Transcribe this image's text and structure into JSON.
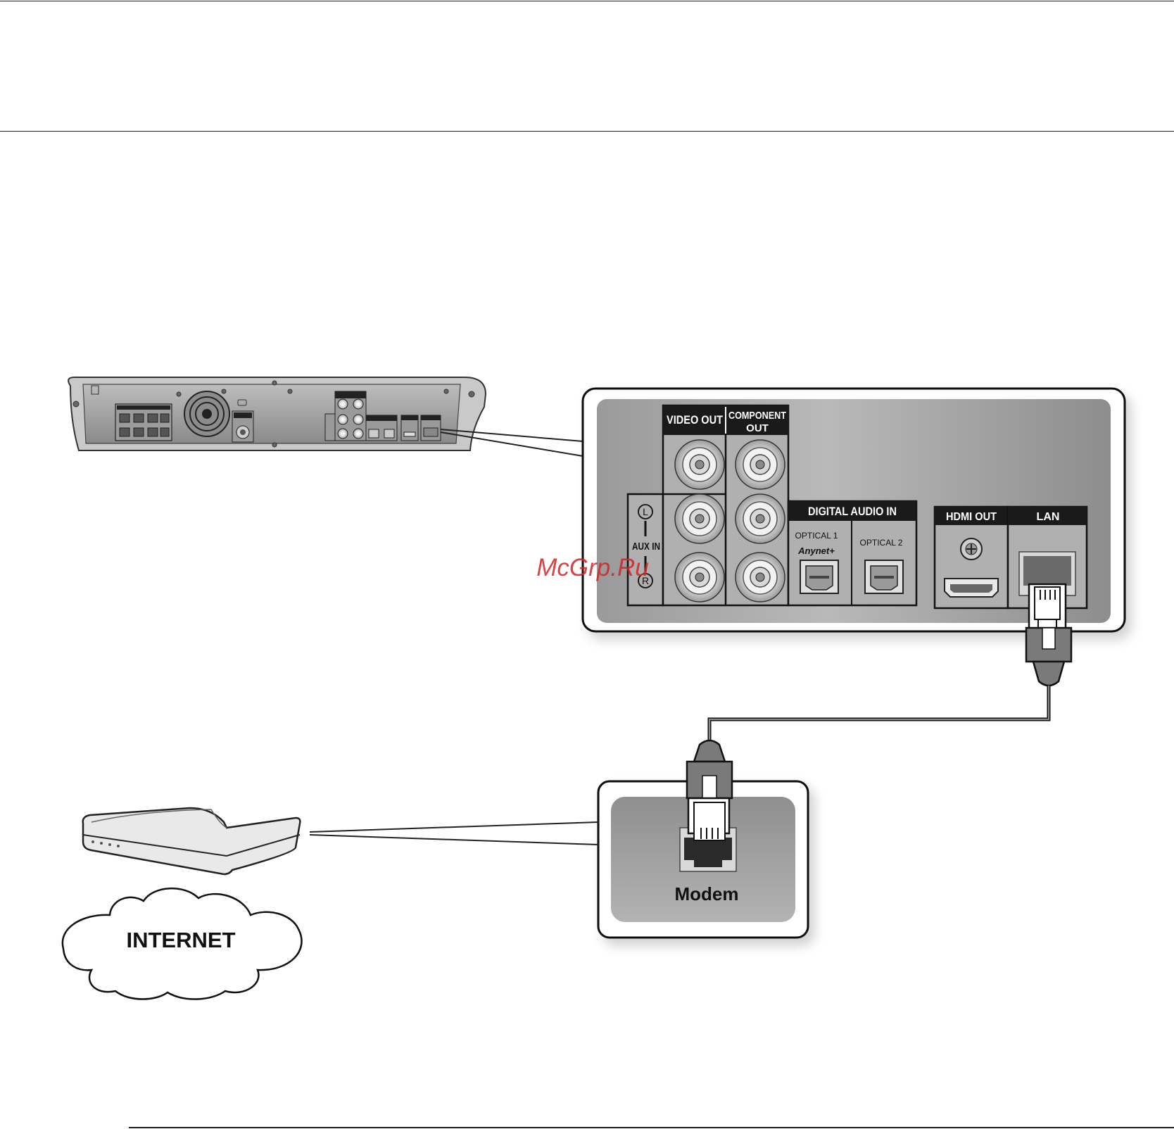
{
  "panel": {
    "video_out": "VIDEO OUT",
    "component_out_line1": "COMPONENT",
    "component_out_line2": "OUT",
    "aux_in": "AUX IN",
    "aux_l": "L",
    "aux_r": "R",
    "digital_audio_in": "DIGITAL AUDIO IN",
    "optical1": "OPTICAL 1",
    "anynet": "Anynet+",
    "optical2": "OPTICAL 2",
    "hdmi_out": "HDMI OUT",
    "lan": "LAN"
  },
  "modem": {
    "label": "Modem"
  },
  "cloud": {
    "label": "INTERNET"
  },
  "watermark": "McGrp.Ru",
  "colors": {
    "panel_gray": "#a9a9a9",
    "label_black": "#1a1a1a",
    "watermark_red": "#d22424"
  }
}
